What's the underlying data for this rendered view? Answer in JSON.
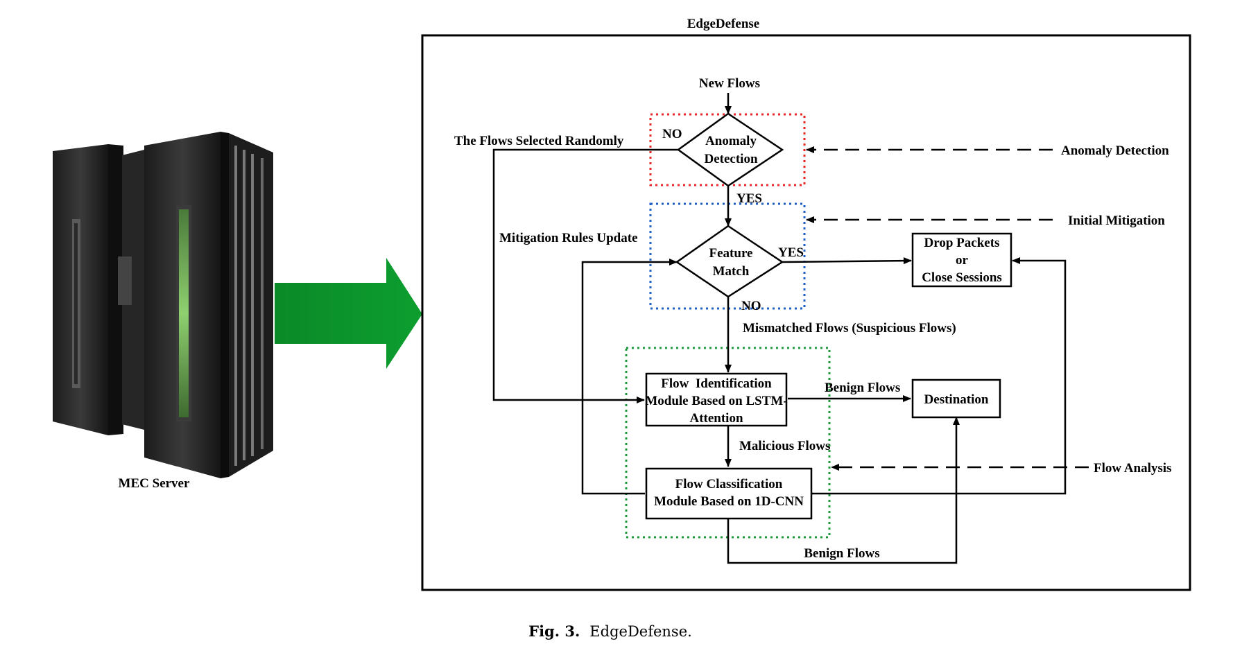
{
  "diagram": {
    "title": "EdgeDefense",
    "server_label": "MEC Server",
    "nodes": {
      "new_flows": "New Flows",
      "anomaly_1": "Anomaly",
      "anomaly_2": "Detection",
      "feature_1": "Feature",
      "feature_2": "Match",
      "drop_1": "Drop Packets",
      "drop_2": "or",
      "drop_3": "Close Sessions",
      "flowid_1": "Flow  Identification",
      "flowid_2": "Module Based on LSTM-",
      "flowid_3": "Attention",
      "destination": "Destination",
      "flowcls_1": "Flow Classification",
      "flowcls_2": "Module Based on 1D-CNN"
    },
    "edges": {
      "no_1": "NO",
      "yes_1": "YES",
      "yes_2": "YES",
      "no_2": "NO",
      "random": "The Flows Selected Randomly",
      "rules_update": "Mitigation Rules Update",
      "mismatched": "Mismatched Flows (Suspicious Flows)",
      "benign_1": "Benign Flows",
      "malicious": "Malicious Flows",
      "benign_2": "Benign Flows"
    },
    "stages": {
      "anomaly": "Anomaly Detection",
      "initial": "Initial Mitigation",
      "analysis": "Flow Analysis"
    },
    "caption": {
      "label": "Fig. 3.",
      "text": "EdgeDefense."
    },
    "colors": {
      "anomaly_stage": "#e8262a",
      "mitigation_stage": "#1f5fc8",
      "analysis_stage": "#1e9a3c",
      "arrow": "#0a8a28"
    }
  }
}
